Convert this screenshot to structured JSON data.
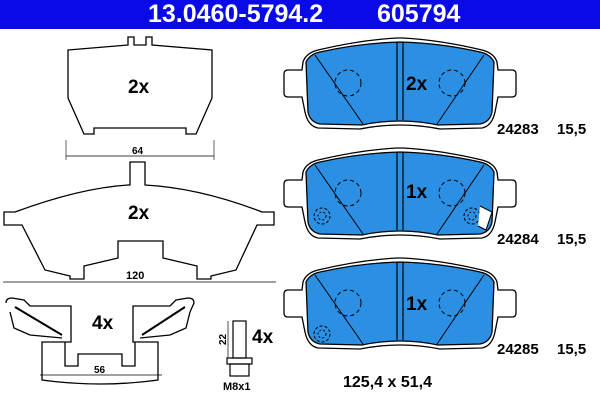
{
  "header": {
    "article_number": "13.0460-5794.2",
    "reference_number": "605794"
  },
  "colors": {
    "header": "#0a0ae8",
    "friction_material": "#2b8fe3"
  },
  "accessories": {
    "shim_top": {
      "quantity": "2x",
      "dimension": "64"
    },
    "shim_bottom": {
      "quantity": "2x",
      "dimension": "120"
    },
    "clip": {
      "quantity": "4x",
      "dimension": "56"
    },
    "bolt": {
      "quantity": "4x",
      "length": "22",
      "thread": "M8x1"
    }
  },
  "pads": [
    {
      "quantity": "2x",
      "wva": "24283",
      "thickness": "15,5"
    },
    {
      "quantity": "1x",
      "wva": "24284",
      "thickness": "15,5"
    },
    {
      "quantity": "1x",
      "wva": "24285",
      "thickness": "15,5"
    }
  ],
  "pad_dimensions": "125,4 x 51,4"
}
